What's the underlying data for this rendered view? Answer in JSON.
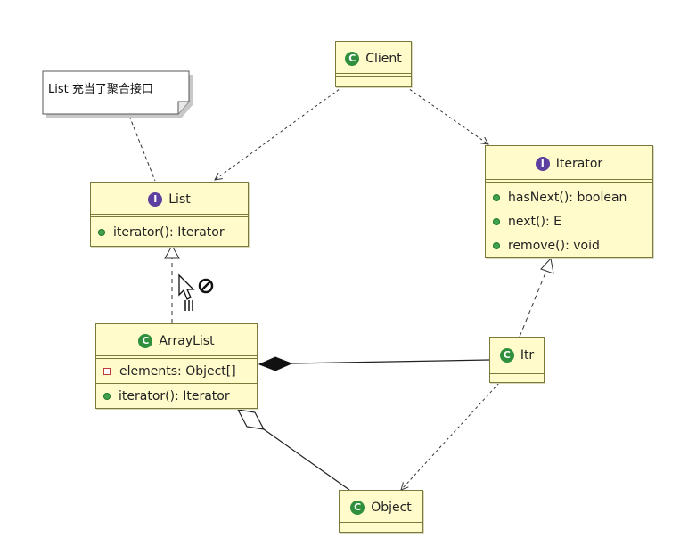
{
  "note": {
    "text": "List 充当了聚合接口"
  },
  "classes": {
    "client": {
      "name": "Client",
      "kind": "C"
    },
    "list": {
      "name": "List",
      "kind": "I",
      "methods": [
        "iterator(): Iterator"
      ]
    },
    "iterator": {
      "name": "Iterator",
      "kind": "I",
      "methods": [
        "hasNext(): boolean",
        "next(): E",
        "remove(): void"
      ]
    },
    "arraylist": {
      "name": "ArrayList",
      "kind": "C",
      "fields": [
        "elements: Object[]"
      ],
      "methods": [
        "iterator(): Iterator"
      ]
    },
    "itr": {
      "name": "Itr",
      "kind": "C"
    },
    "object": {
      "name": "Object",
      "kind": "C"
    }
  },
  "colors": {
    "class_fill": "#fffbcb",
    "class_border": "#7a7a3a",
    "class_badge": "#2f8f3c",
    "interface_badge": "#5d3fa0",
    "method_dot": "#3fa24a",
    "private_field": "#c23b3b"
  }
}
